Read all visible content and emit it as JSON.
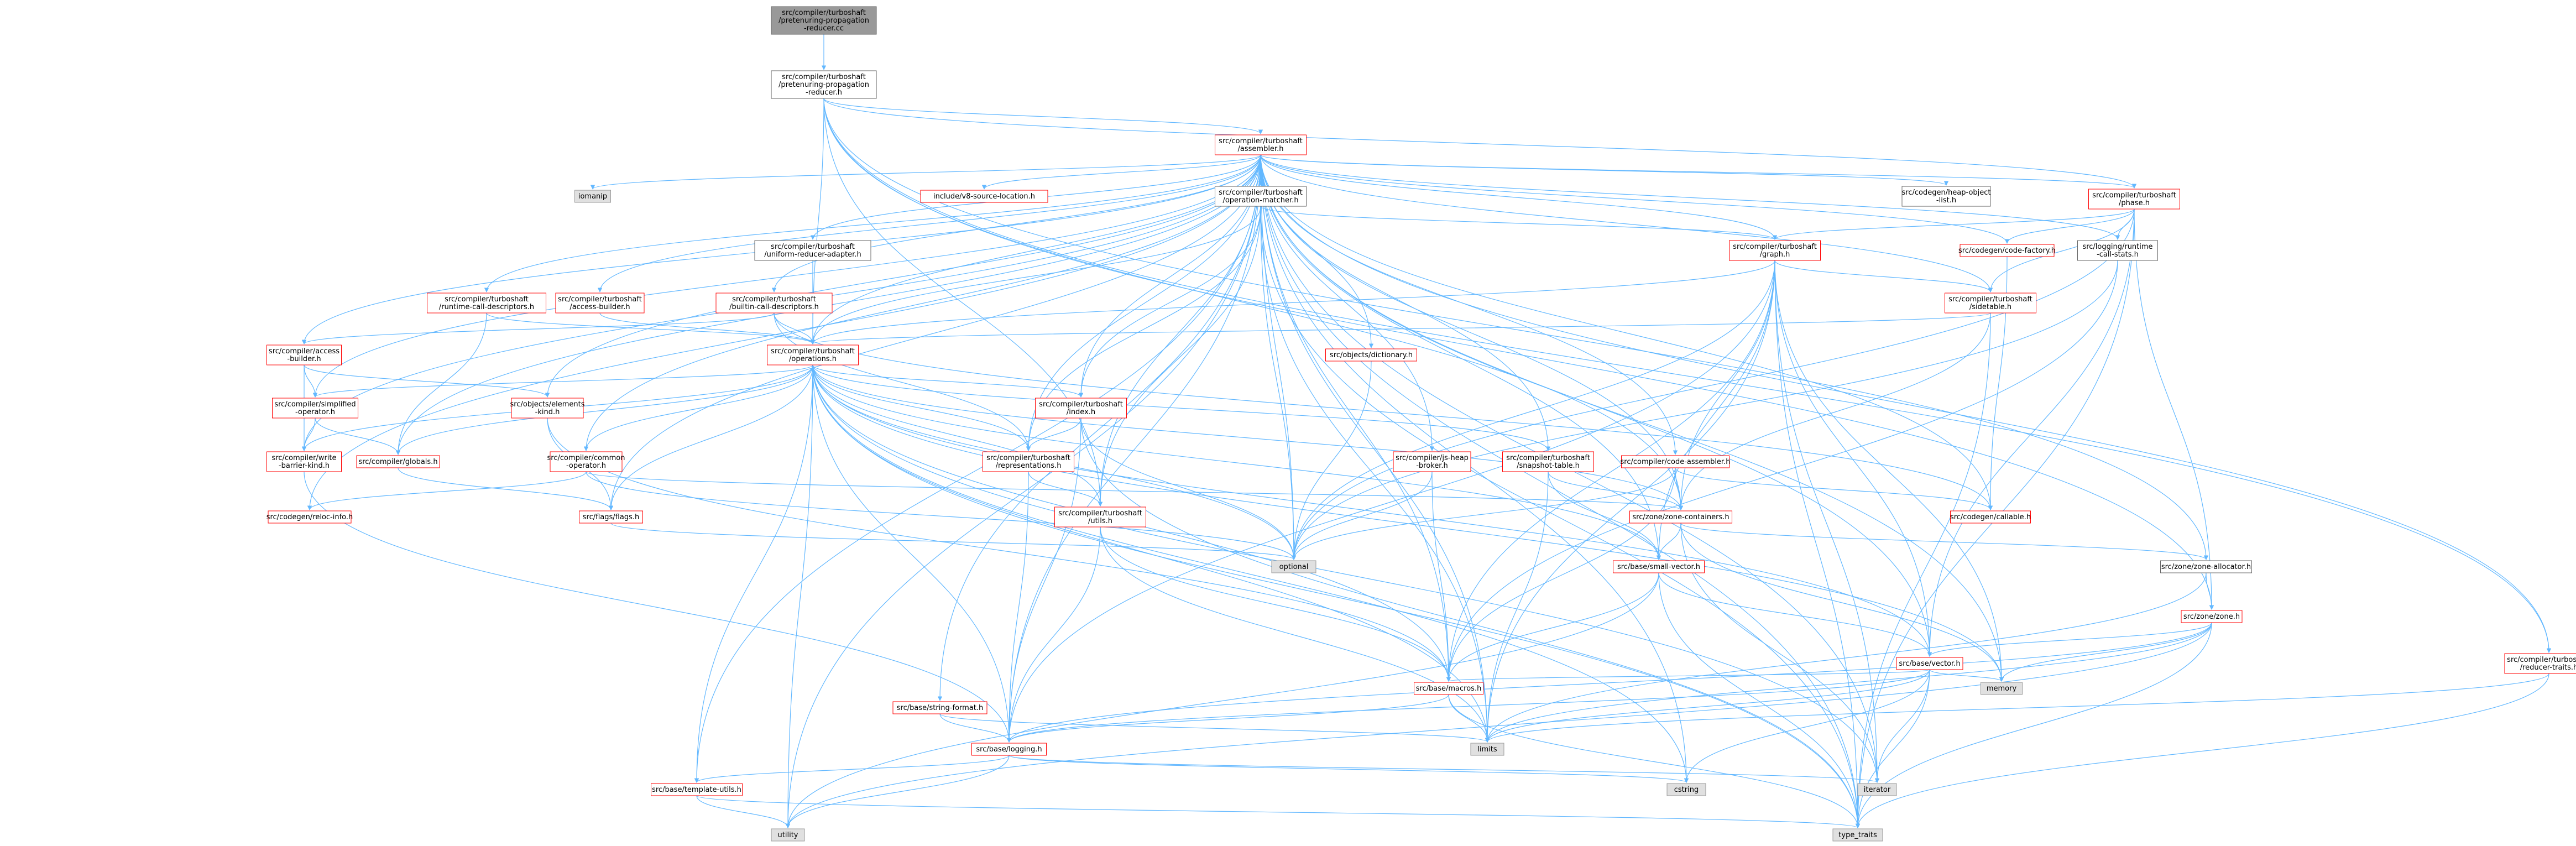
{
  "colors": {
    "edge": "#63b8ff",
    "root_fill": "#999999",
    "root_border": "#666666",
    "documented_border": "#ff0000",
    "undocumented_border": "#666666",
    "system_fill": "#e0e0e0",
    "system_border": "#999999",
    "text": "#000000"
  },
  "nodes": {
    "root": {
      "lines": [
        "src/compiler/turboshaft",
        "/pretenuring-propagation",
        "-reducer.cc"
      ],
      "kind": "root"
    },
    "pretenuring_reducer_h": {
      "lines": [
        "src/compiler/turboshaft",
        "/pretenuring-propagation",
        "-reducer.h"
      ],
      "kind": "plain"
    },
    "assembler_h": {
      "lines": [
        "src/compiler/turboshaft",
        "/assembler.h"
      ],
      "kind": "doc"
    },
    "phase_h": {
      "lines": [
        "src/compiler/turboshaft",
        "/phase.h"
      ],
      "kind": "doc"
    },
    "iomanip": {
      "lines": [
        "iomanip"
      ],
      "kind": "sys"
    },
    "source_location_h": {
      "lines": [
        "include/v8-source-location.h"
      ],
      "kind": "doc"
    },
    "operation_matcher_h": {
      "lines": [
        "src/compiler/turboshaft",
        "/operation-matcher.h"
      ],
      "kind": "plain"
    },
    "heap_object_list_h": {
      "lines": [
        "src/codegen/heap-object",
        "-list.h"
      ],
      "kind": "plain"
    },
    "uniform_reducer_adapter_h": {
      "lines": [
        "src/compiler/turboshaft",
        "/uniform-reducer-adapter.h"
      ],
      "kind": "plain"
    },
    "graph_h": {
      "lines": [
        "src/compiler/turboshaft",
        "/graph.h"
      ],
      "kind": "doc"
    },
    "code_factory_h": {
      "lines": [
        "src/codegen/code-factory.h"
      ],
      "kind": "doc"
    },
    "runtime_call_stats_h": {
      "lines": [
        "src/logging/runtime",
        "-call-stats.h"
      ],
      "kind": "plain"
    },
    "runtime_call_descriptors_h": {
      "lines": [
        "src/compiler/turboshaft",
        "/runtime-call-descriptors.h"
      ],
      "kind": "doc"
    },
    "access_builder_ts_h": {
      "lines": [
        "src/compiler/turboshaft",
        "/access-builder.h"
      ],
      "kind": "doc"
    },
    "builtin_call_descriptors_h": {
      "lines": [
        "src/compiler/turboshaft",
        "/builtin-call-descriptors.h"
      ],
      "kind": "doc"
    },
    "sidetable_h": {
      "lines": [
        "src/compiler/turboshaft",
        "/sidetable.h"
      ],
      "kind": "doc"
    },
    "compiler_access_builder_h": {
      "lines": [
        "src/compiler/access",
        "-builder.h"
      ],
      "kind": "doc"
    },
    "operations_h": {
      "lines": [
        "src/compiler/turboshaft",
        "/operations.h"
      ],
      "kind": "doc"
    },
    "dictionary_h": {
      "lines": [
        "src/objects/dictionary.h"
      ],
      "kind": "doc"
    },
    "simplified_operator_h": {
      "lines": [
        "src/compiler/simplified",
        "-operator.h"
      ],
      "kind": "doc"
    },
    "elements_kind_h": {
      "lines": [
        "src/objects/elements",
        "-kind.h"
      ],
      "kind": "doc"
    },
    "index_h": {
      "lines": [
        "src/compiler/turboshaft",
        "/index.h"
      ],
      "kind": "doc"
    },
    "write_barrier_kind_h": {
      "lines": [
        "src/compiler/write",
        "-barrier-kind.h"
      ],
      "kind": "doc"
    },
    "globals_h": {
      "lines": [
        "src/compiler/globals.h"
      ],
      "kind": "doc"
    },
    "common_operator_h": {
      "lines": [
        "src/compiler/common",
        "-operator.h"
      ],
      "kind": "doc"
    },
    "representations_h": {
      "lines": [
        "src/compiler/turboshaft",
        "/representations.h"
      ],
      "kind": "doc"
    },
    "js_heap_broker_h": {
      "lines": [
        "src/compiler/js-heap",
        "-broker.h"
      ],
      "kind": "doc"
    },
    "snapshot_table_h": {
      "lines": [
        "src/compiler/turboshaft",
        "/snapshot-table.h"
      ],
      "kind": "doc"
    },
    "code_assembler_h": {
      "lines": [
        "src/compiler/code-assembler.h"
      ],
      "kind": "doc"
    },
    "reloc_info_h": {
      "lines": [
        "src/codegen/reloc-info.h"
      ],
      "kind": "doc"
    },
    "flags_h": {
      "lines": [
        "src/flags/flags.h"
      ],
      "kind": "doc"
    },
    "utils_h": {
      "lines": [
        "src/compiler/turboshaft",
        "/utils.h"
      ],
      "kind": "doc"
    },
    "zone_containers_h": {
      "lines": [
        "src/zone/zone-containers.h"
      ],
      "kind": "doc"
    },
    "callable_h": {
      "lines": [
        "src/codegen/callable.h"
      ],
      "kind": "doc"
    },
    "optional": {
      "lines": [
        "optional"
      ],
      "kind": "sys"
    },
    "small_vector_h": {
      "lines": [
        "src/base/small-vector.h"
      ],
      "kind": "doc"
    },
    "zone_allocator_h": {
      "lines": [
        "src/zone/zone-allocator.h"
      ],
      "kind": "plain"
    },
    "zone_h": {
      "lines": [
        "src/zone/zone.h"
      ],
      "kind": "doc"
    },
    "vector_h": {
      "lines": [
        "src/base/vector.h"
      ],
      "kind": "doc"
    },
    "reducer_traits_h": {
      "lines": [
        "src/compiler/turboshaft",
        "/reducer-traits.h"
      ],
      "kind": "doc"
    },
    "string_format_h": {
      "lines": [
        "src/base/string-format.h"
      ],
      "kind": "doc"
    },
    "macros_h": {
      "lines": [
        "src/base/macros.h"
      ],
      "kind": "doc"
    },
    "memory": {
      "lines": [
        "memory"
      ],
      "kind": "sys"
    },
    "logging_h": {
      "lines": [
        "src/base/logging.h"
      ],
      "kind": "doc"
    },
    "limits": {
      "lines": [
        "limits"
      ],
      "kind": "sys"
    },
    "template_utils_h": {
      "lines": [
        "src/base/template-utils.h"
      ],
      "kind": "doc"
    },
    "cstring": {
      "lines": [
        "cstring"
      ],
      "kind": "sys"
    },
    "iterator": {
      "lines": [
        "iterator"
      ],
      "kind": "sys"
    },
    "utility": {
      "lines": [
        "utility"
      ],
      "kind": "sys"
    },
    "type_traits": {
      "lines": [
        "type_traits"
      ],
      "kind": "sys"
    }
  },
  "edges": [
    [
      "root",
      "pretenuring_reducer_h"
    ],
    [
      "pretenuring_reducer_h",
      "assembler_h"
    ],
    [
      "pretenuring_reducer_h",
      "phase_h"
    ],
    [
      "pretenuring_reducer_h",
      "reducer_traits_h"
    ],
    [
      "pretenuring_reducer_h",
      "zone_containers_h"
    ],
    [
      "pretenuring_reducer_h",
      "utils_h"
    ],
    [
      "pretenuring_reducer_h",
      "zone_allocator_h"
    ],
    [
      "pretenuring_reducer_h",
      "zone_h"
    ],
    [
      "pretenuring_reducer_h",
      "operations_h"
    ],
    [
      "assembler_h",
      "iomanip"
    ],
    [
      "assembler_h",
      "source_location_h"
    ],
    [
      "assembler_h",
      "operation_matcher_h"
    ],
    [
      "assembler_h",
      "heap_object_list_h"
    ],
    [
      "assembler_h",
      "uniform_reducer_adapter_h"
    ],
    [
      "assembler_h",
      "graph_h"
    ],
    [
      "assembler_h",
      "code_factory_h"
    ],
    [
      "assembler_h",
      "runtime_call_stats_h"
    ],
    [
      "assembler_h",
      "runtime_call_descriptors_h"
    ],
    [
      "assembler_h",
      "access_builder_ts_h"
    ],
    [
      "assembler_h",
      "builtin_call_descriptors_h"
    ],
    [
      "assembler_h",
      "sidetable_h"
    ],
    [
      "assembler_h",
      "compiler_access_builder_h"
    ],
    [
      "assembler_h",
      "operations_h"
    ],
    [
      "assembler_h",
      "dictionary_h"
    ],
    [
      "assembler_h",
      "simplified_operator_h"
    ],
    [
      "assembler_h",
      "elements_kind_h"
    ],
    [
      "assembler_h",
      "index_h"
    ],
    [
      "assembler_h",
      "write_barrier_kind_h"
    ],
    [
      "assembler_h",
      "globals_h"
    ],
    [
      "assembler_h",
      "common_operator_h"
    ],
    [
      "assembler_h",
      "representations_h"
    ],
    [
      "assembler_h",
      "js_heap_broker_h"
    ],
    [
      "assembler_h",
      "snapshot_table_h"
    ],
    [
      "assembler_h",
      "code_assembler_h"
    ],
    [
      "assembler_h",
      "reloc_info_h"
    ],
    [
      "assembler_h",
      "flags_h"
    ],
    [
      "assembler_h",
      "utils_h"
    ],
    [
      "assembler_h",
      "zone_containers_h"
    ],
    [
      "assembler_h",
      "callable_h"
    ],
    [
      "assembler_h",
      "optional"
    ],
    [
      "assembler_h",
      "small_vector_h"
    ],
    [
      "assembler_h",
      "vector_h"
    ],
    [
      "assembler_h",
      "reducer_traits_h"
    ],
    [
      "assembler_h",
      "string_format_h"
    ],
    [
      "assembler_h",
      "macros_h"
    ],
    [
      "assembler_h",
      "memory"
    ],
    [
      "assembler_h",
      "logging_h"
    ],
    [
      "assembler_h",
      "limits"
    ],
    [
      "assembler_h",
      "template_utils_h"
    ],
    [
      "assembler_h",
      "cstring"
    ],
    [
      "assembler_h",
      "iterator"
    ],
    [
      "assembler_h",
      "utility"
    ],
    [
      "assembler_h",
      "type_traits"
    ],
    [
      "assembler_h",
      "phase_h"
    ],
    [
      "phase_h",
      "graph_h"
    ],
    [
      "phase_h",
      "code_factory_h"
    ],
    [
      "phase_h",
      "runtime_call_stats_h"
    ],
    [
      "phase_h",
      "sidetable_h"
    ],
    [
      "phase_h",
      "zone_h"
    ],
    [
      "phase_h",
      "vector_h"
    ],
    [
      "phase_h",
      "type_traits"
    ],
    [
      "phase_h",
      "optional"
    ],
    [
      "operation_matcher_h",
      "operations_h"
    ],
    [
      "operation_matcher_h",
      "graph_h"
    ],
    [
      "operation_matcher_h",
      "index_h"
    ],
    [
      "operation_matcher_h",
      "representations_h"
    ],
    [
      "operation_matcher_h",
      "optional"
    ],
    [
      "operation_matcher_h",
      "limits"
    ],
    [
      "operation_matcher_h",
      "type_traits"
    ],
    [
      "operation_matcher_h",
      "utils_h"
    ],
    [
      "uniform_reducer_adapter_h",
      "operations_h"
    ],
    [
      "graph_h",
      "operations_h"
    ],
    [
      "graph_h",
      "sidetable_h"
    ],
    [
      "graph_h",
      "zone_containers_h"
    ],
    [
      "graph_h",
      "small_vector_h"
    ],
    [
      "graph_h",
      "vector_h"
    ],
    [
      "graph_h",
      "iterator"
    ],
    [
      "graph_h",
      "limits"
    ],
    [
      "graph_h",
      "memory"
    ],
    [
      "graph_h",
      "type_traits"
    ],
    [
      "graph_h",
      "optional"
    ],
    [
      "graph_h",
      "logging_h"
    ],
    [
      "graph_h",
      "macros_h"
    ],
    [
      "code_factory_h",
      "callable_h"
    ],
    [
      "runtime_call_stats_h",
      "optional"
    ],
    [
      "runtime_call_stats_h",
      "macros_h"
    ],
    [
      "runtime_call_descriptors_h",
      "operations_h"
    ],
    [
      "runtime_call_descriptors_h",
      "globals_h"
    ],
    [
      "access_builder_ts_h",
      "operations_h"
    ],
    [
      "builtin_call_descriptors_h",
      "operations_h"
    ],
    [
      "builtin_call_descriptors_h",
      "compiler_access_builder_h"
    ],
    [
      "builtin_call_descriptors_h",
      "callable_h"
    ],
    [
      "builtin_call_descriptors_h",
      "representations_h"
    ],
    [
      "sidetable_h",
      "operations_h"
    ],
    [
      "sidetable_h",
      "zone_containers_h"
    ],
    [
      "sidetable_h",
      "type_traits"
    ],
    [
      "compiler_access_builder_h",
      "simplified_operator_h"
    ],
    [
      "compiler_access_builder_h",
      "elements_kind_h"
    ],
    [
      "compiler_access_builder_h",
      "write_barrier_kind_h"
    ],
    [
      "operations_h",
      "simplified_operator_h"
    ],
    [
      "operations_h",
      "index_h"
    ],
    [
      "operations_h",
      "write_barrier_kind_h"
    ],
    [
      "operations_h",
      "globals_h"
    ],
    [
      "operations_h",
      "common_operator_h"
    ],
    [
      "operations_h",
      "representations_h"
    ],
    [
      "operations_h",
      "snapshot_table_h"
    ],
    [
      "operations_h",
      "utils_h"
    ],
    [
      "operations_h",
      "zone_containers_h"
    ],
    [
      "operations_h",
      "flags_h"
    ],
    [
      "operations_h",
      "small_vector_h"
    ],
    [
      "operations_h",
      "vector_h"
    ],
    [
      "operations_h",
      "macros_h"
    ],
    [
      "operations_h",
      "logging_h"
    ],
    [
      "operations_h",
      "template_utils_h"
    ],
    [
      "operations_h",
      "cstring"
    ],
    [
      "operations_h",
      "utility"
    ],
    [
      "operations_h",
      "type_traits"
    ],
    [
      "operations_h",
      "optional"
    ],
    [
      "operations_h",
      "limits"
    ],
    [
      "operations_h",
      "iterator"
    ],
    [
      "operations_h",
      "memory"
    ],
    [
      "dictionary_h",
      "optional"
    ],
    [
      "simplified_operator_h",
      "write_barrier_kind_h"
    ],
    [
      "simplified_operator_h",
      "globals_h"
    ],
    [
      "elements_kind_h",
      "flags_h"
    ],
    [
      "elements_kind_h",
      "macros_h"
    ],
    [
      "index_h",
      "representations_h"
    ],
    [
      "index_h",
      "optional"
    ],
    [
      "index_h",
      "logging_h"
    ],
    [
      "index_h",
      "type_traits"
    ],
    [
      "write_barrier_kind_h",
      "logging_h"
    ],
    [
      "globals_h",
      "flags_h"
    ],
    [
      "common_operator_h",
      "reloc_info_h"
    ],
    [
      "common_operator_h",
      "zone_containers_h"
    ],
    [
      "common_operator_h",
      "optional"
    ],
    [
      "representations_h",
      "utils_h"
    ],
    [
      "representations_h",
      "logging_h"
    ],
    [
      "js_heap_broker_h",
      "optional"
    ],
    [
      "js_heap_broker_h",
      "macros_h"
    ],
    [
      "snapshot_table_h",
      "zone_containers_h"
    ],
    [
      "snapshot_table_h",
      "small_vector_h"
    ],
    [
      "snapshot_table_h",
      "limits"
    ],
    [
      "code_assembler_h",
      "optional"
    ],
    [
      "code_assembler_h",
      "macros_h"
    ],
    [
      "code_assembler_h",
      "callable_h"
    ],
    [
      "code_assembler_h",
      "zone_containers_h"
    ],
    [
      "flags_h",
      "optional"
    ],
    [
      "utils_h",
      "logging_h"
    ],
    [
      "utils_h",
      "macros_h"
    ],
    [
      "utils_h",
      "limits"
    ],
    [
      "zone_containers_h",
      "small_vector_h"
    ],
    [
      "zone_containers_h",
      "zone_allocator_h"
    ],
    [
      "zone_containers_h",
      "memory"
    ],
    [
      "zone_containers_h",
      "iterator"
    ],
    [
      "small_vector_h",
      "macros_h"
    ],
    [
      "small_vector_h",
      "vector_h"
    ],
    [
      "small_vector_h",
      "type_traits"
    ],
    [
      "small_vector_h",
      "utility"
    ],
    [
      "zone_allocator_h",
      "zone_h"
    ],
    [
      "zone_allocator_h",
      "limits"
    ],
    [
      "zone_h",
      "vector_h"
    ],
    [
      "zone_h",
      "limits"
    ],
    [
      "zone_h",
      "memory"
    ],
    [
      "zone_h",
      "type_traits"
    ],
    [
      "zone_h",
      "utility"
    ],
    [
      "zone_h",
      "logging_h"
    ],
    [
      "vector_h",
      "macros_h"
    ],
    [
      "vector_h",
      "logging_h"
    ],
    [
      "vector_h",
      "memory"
    ],
    [
      "vector_h",
      "cstring"
    ],
    [
      "vector_h",
      "iterator"
    ],
    [
      "vector_h",
      "type_traits"
    ],
    [
      "vector_h",
      "limits"
    ],
    [
      "reducer_traits_h",
      "limits"
    ],
    [
      "reducer_traits_h",
      "type_traits"
    ],
    [
      "string_format_h",
      "logging_h"
    ],
    [
      "string_format_h",
      "limits"
    ],
    [
      "macros_h",
      "logging_h"
    ],
    [
      "macros_h",
      "limits"
    ],
    [
      "macros_h",
      "type_traits"
    ],
    [
      "logging_h",
      "template_utils_h"
    ],
    [
      "logging_h",
      "cstring"
    ],
    [
      "logging_h",
      "iterator"
    ],
    [
      "logging_h",
      "utility"
    ],
    [
      "template_utils_h",
      "utility"
    ],
    [
      "template_utils_h",
      "type_traits"
    ]
  ]
}
